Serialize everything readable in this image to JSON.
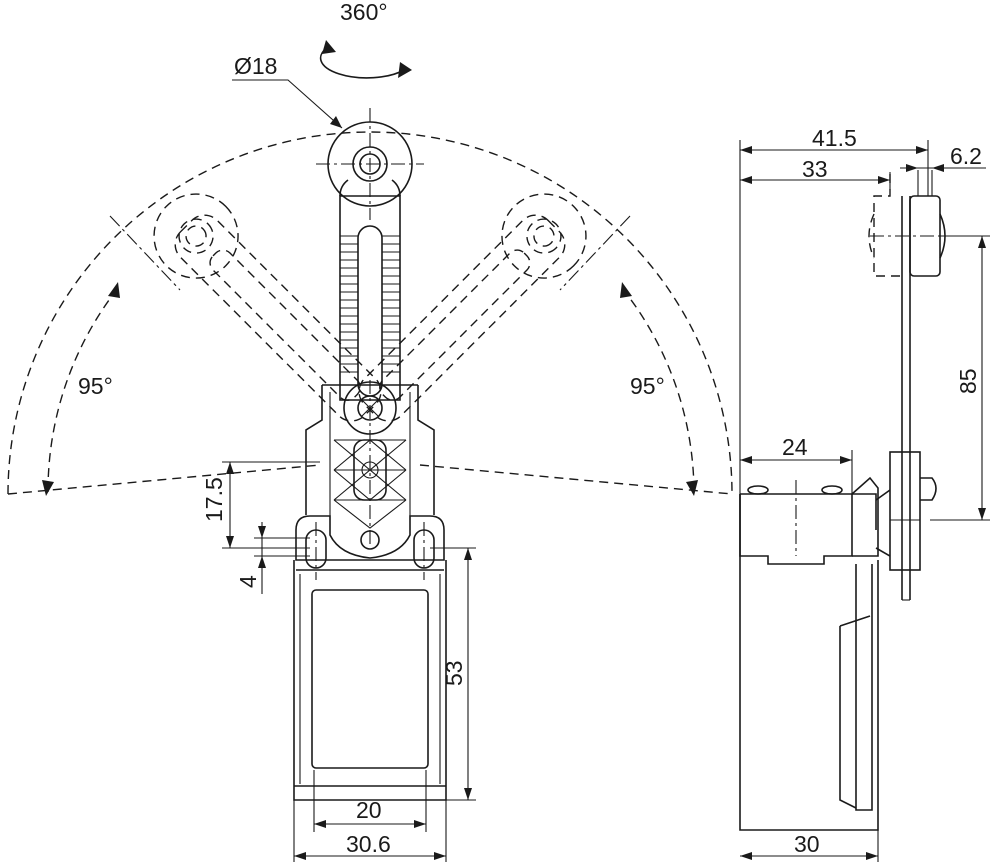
{
  "labels": {
    "rotation": "360°",
    "roller_diameter": "Ø18",
    "angle_left": "95°",
    "angle_right": "95°",
    "height_17_5": "17.5",
    "slot_4": "4",
    "body_height": "53",
    "window_width": "20",
    "body_width": "30.6",
    "overall_depth": "41.5",
    "lever_offset": "33",
    "lever_thickness": "6.2",
    "lever_length": "85",
    "head_depth": "24",
    "body_depth": "30"
  }
}
